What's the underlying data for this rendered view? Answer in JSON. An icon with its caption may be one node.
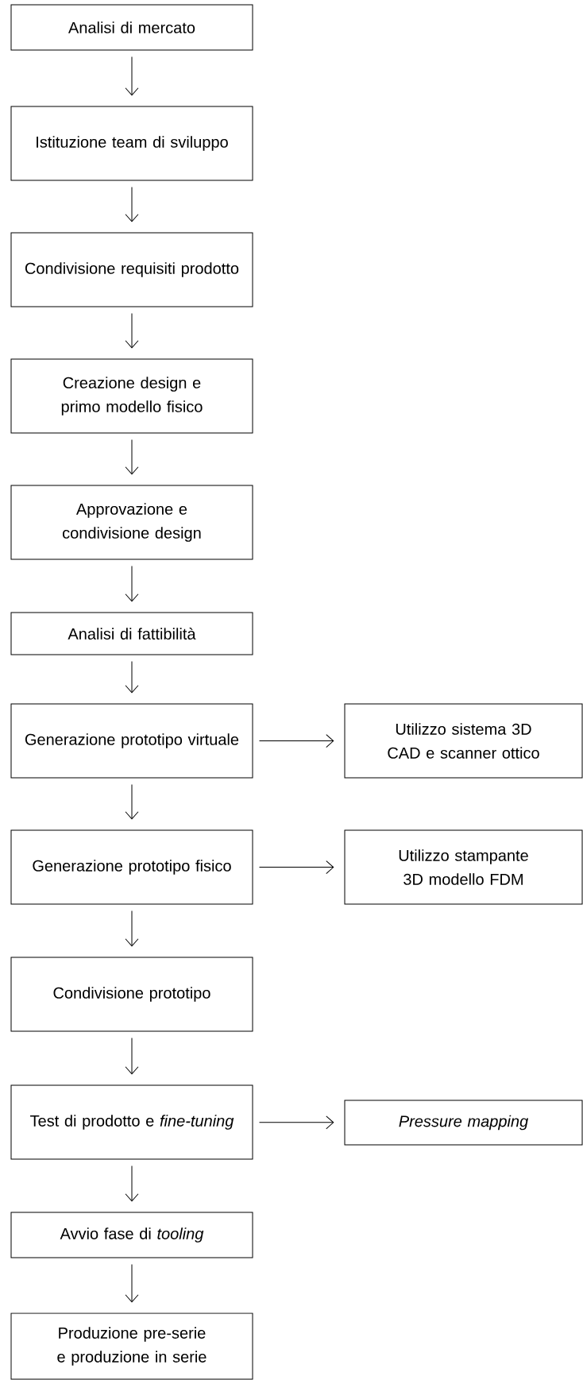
{
  "diagram": {
    "nodes": [
      {
        "text": [
          "Analisi di mercato"
        ]
      },
      {
        "text": [
          "Istituzione team di sviluppo"
        ]
      },
      {
        "text": [
          "Condivisione requisiti prodotto"
        ]
      },
      {
        "text": [
          "Creazione design e primo modello fisico"
        ]
      },
      {
        "text": [
          "Approvazione e condivisione design"
        ]
      },
      {
        "text": [
          "Analisi di fattibilità"
        ]
      },
      {
        "text": [
          "Generazione prototipo virtuale"
        ]
      },
      {
        "text": [
          "Utilizzo sistema 3D CAD e scanner ottico"
        ]
      },
      {
        "text": [
          "Generazione prototipo fisico"
        ]
      },
      {
        "text": [
          "Utilizzo stampante 3D modello FDM"
        ]
      },
      {
        "text": [
          "Condivisione prototipo"
        ]
      },
      {
        "text": [
          "Test di prodotto e *fine-tuning*"
        ]
      },
      {
        "text": [
          "Pressure mapping"
        ]
      },
      {
        "text": [
          "Avvio fase di *tooling*"
        ]
      },
      {
        "text": [
          "Produzione pre-serie e produzione in serie"
        ]
      }
    ],
    "edges": [
      {
        "from": 0,
        "to": 1,
        "arrow": "to"
      },
      {
        "from": 1,
        "to": 2,
        "arrow": "to"
      },
      {
        "from": 2,
        "to": 3,
        "arrow": "to"
      },
      {
        "from": 3,
        "to": 4,
        "arrow": "to"
      },
      {
        "from": 4,
        "to": 5,
        "arrow": "to"
      },
      {
        "from": 5,
        "to": 6,
        "arrow": "to"
      },
      {
        "from": 6,
        "to": 7,
        "arrow": "to"
      },
      {
        "from": 6,
        "to": 8,
        "arrow": "to"
      },
      {
        "from": 8,
        "to": 9,
        "arrow": "to"
      },
      {
        "from": 8,
        "to": 10,
        "arrow": "to"
      },
      {
        "from": 10,
        "to": 11,
        "arrow": "to"
      },
      {
        "from": 11,
        "to": 12,
        "arrow": "to"
      },
      {
        "from": 11,
        "to": 13,
        "arrow": "to"
      },
      {
        "from": 13,
        "to": 14,
        "arrow": "to"
      }
    ]
  }
}
